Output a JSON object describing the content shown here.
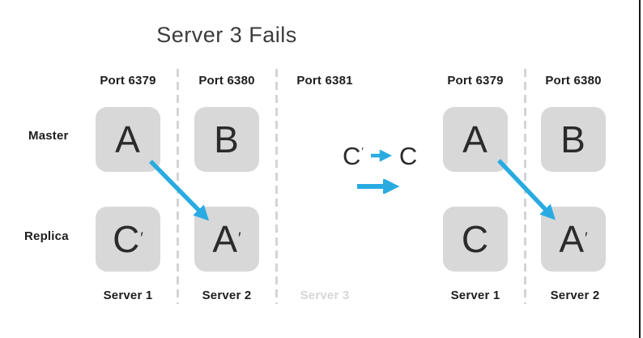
{
  "title": "Server 3 Fails",
  "rows": {
    "master_label": "Master",
    "replica_label": "Replica"
  },
  "left_cluster": {
    "ports": [
      "Port 6379",
      "Port 6380",
      "Port 6381"
    ],
    "servers": [
      "Server 1",
      "Server 2",
      "Server 3"
    ],
    "master_boxes": [
      {
        "letter": "A",
        "prime": ""
      },
      {
        "letter": "B",
        "prime": ""
      }
    ],
    "replica_boxes": [
      {
        "letter": "C",
        "prime": "′"
      },
      {
        "letter": "A",
        "prime": "′"
      }
    ]
  },
  "transition": {
    "from_letter": "C",
    "from_prime": "′",
    "to_letter": "C"
  },
  "right_cluster": {
    "ports": [
      "Port 6379",
      "Port 6380"
    ],
    "servers": [
      "Server 1",
      "Server 2"
    ],
    "master_boxes": [
      {
        "letter": "A",
        "prime": ""
      },
      {
        "letter": "B",
        "prime": ""
      }
    ],
    "replica_boxes": [
      {
        "letter": "C",
        "prime": ""
      },
      {
        "letter": "A",
        "prime": "′"
      }
    ]
  },
  "colors": {
    "accent_blue": "#29abe2",
    "box_fill": "#d8d8d8",
    "dashed_line": "#d4d4d4",
    "faded_label": "#d6d6d9",
    "text_dark": "#2b2b2b"
  }
}
